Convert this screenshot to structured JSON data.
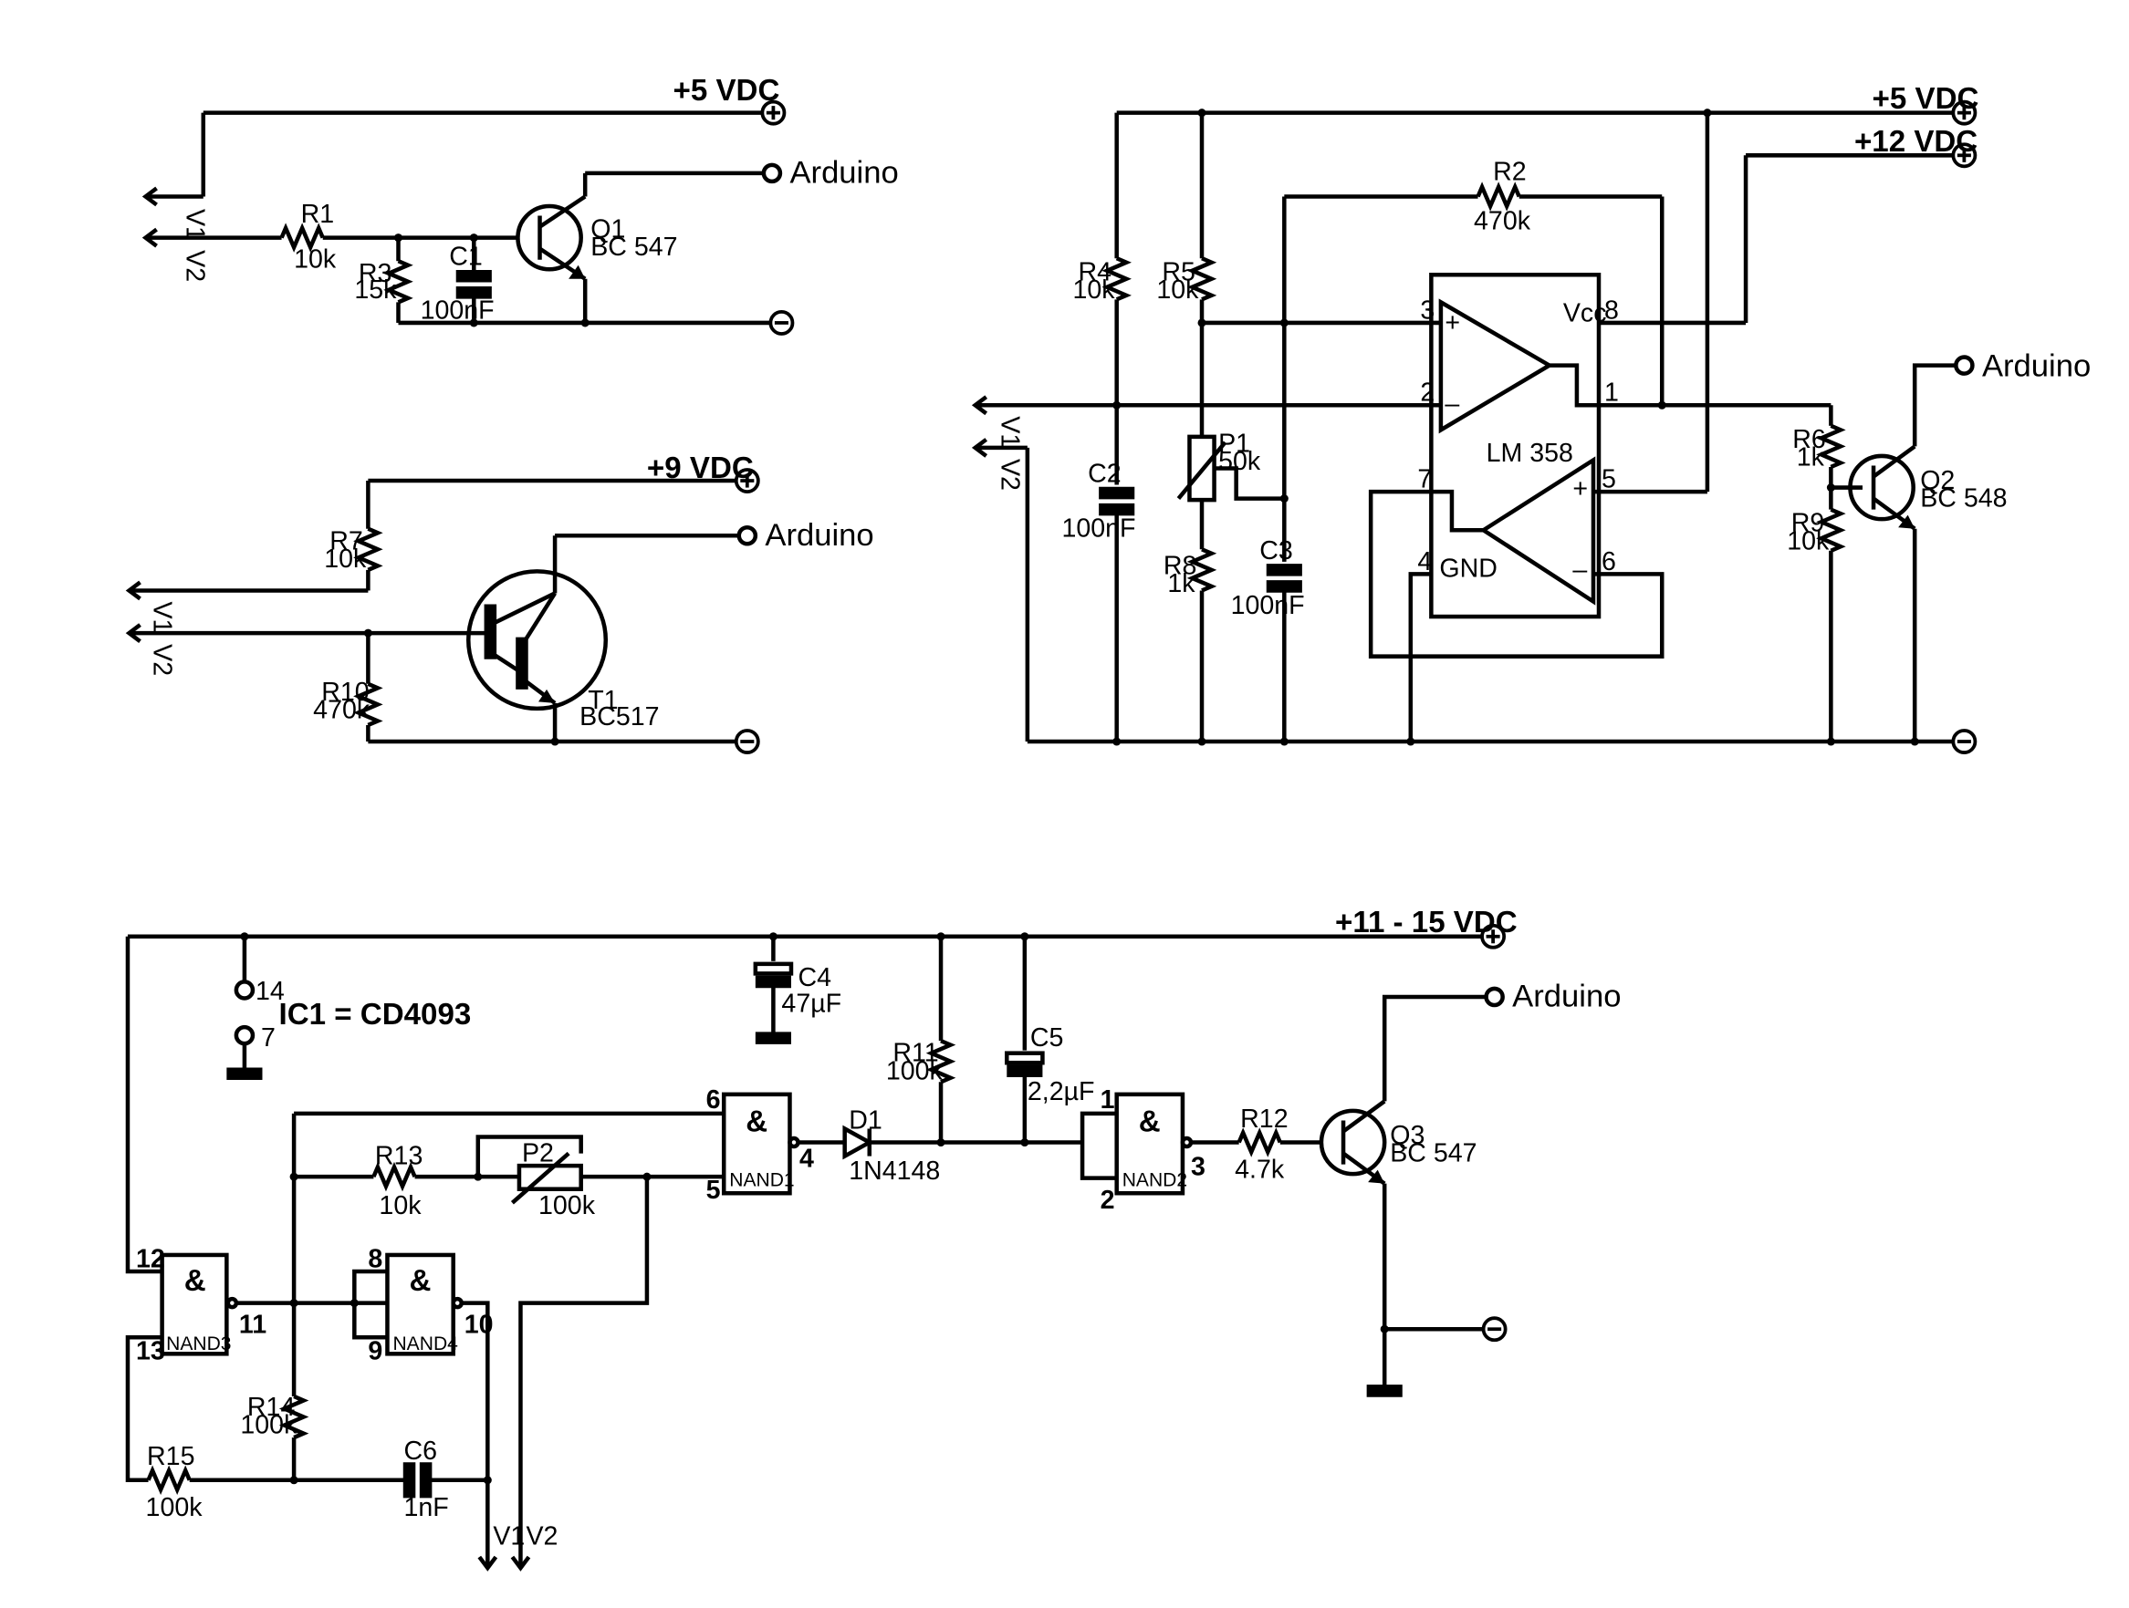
{
  "circuit1": {
    "rail": "+5 VDC",
    "v1": "V1",
    "v2": "V2",
    "r1": {
      "name": "R1",
      "value": "10k"
    },
    "r3": {
      "name": "R3",
      "value": "15k"
    },
    "c1": {
      "name": "C1",
      "value": "100nF"
    },
    "q1": {
      "name": "Q1",
      "value": "BC 547"
    },
    "out": "Arduino"
  },
  "circuit2": {
    "rail": "+9 VDC",
    "v1": "V1",
    "v2": "V2",
    "r7": {
      "name": "R7",
      "value": "10k"
    },
    "r10": {
      "name": "R10",
      "value": "470k"
    },
    "t1": {
      "name": "T1",
      "value": "BC517"
    },
    "out": "Arduino"
  },
  "circuit3": {
    "rail5": "+5 VDC",
    "rail12": "+12 VDC",
    "v1": "V1",
    "v2": "V2",
    "r2": {
      "name": "R2",
      "value": "470k"
    },
    "r4": {
      "name": "R4",
      "value": "10k"
    },
    "r5": {
      "name": "R5",
      "value": "10k"
    },
    "p1": {
      "name": "P1",
      "value": "50k"
    },
    "r8": {
      "name": "R8",
      "value": "1k"
    },
    "c2": {
      "name": "C2",
      "value": "100nF"
    },
    "c3": {
      "name": "C3",
      "value": "100nF"
    },
    "ic": "LM 358",
    "vcc": "Vcc",
    "gnd": "GND",
    "plus": "+",
    "minus": "–",
    "pins": {
      "p1": "1",
      "p2": "2",
      "p3": "3",
      "p4": "4",
      "p5": "5",
      "p6": "6",
      "p7": "7",
      "p8": "8"
    },
    "r6": {
      "name": "R6",
      "value": "1k"
    },
    "r9": {
      "name": "R9",
      "value": "10k"
    },
    "q2": {
      "name": "Q2",
      "value": "BC 548"
    },
    "out": "Arduino"
  },
  "circuit4": {
    "rail": "+11 - 15 VDC",
    "ic_note": "IC1 = CD4093",
    "pin14": "14",
    "pin7": "7",
    "c4": {
      "name": "C4",
      "value": "47µF"
    },
    "c5": {
      "name": "C5",
      "value": "2,2µF"
    },
    "r11": {
      "name": "R11",
      "value": "100k"
    },
    "d1": {
      "name": "D1",
      "value": "1N4148"
    },
    "r12": {
      "name": "R12",
      "value": "4.7k"
    },
    "q3": {
      "name": "Q3",
      "value": "BC 547"
    },
    "r13": {
      "name": "R13",
      "value": "10k"
    },
    "p2": {
      "name": "P2",
      "value": "100k"
    },
    "r14": {
      "name": "R14",
      "value": "100k"
    },
    "r15": {
      "name": "R15",
      "value": "100k"
    },
    "c6": {
      "name": "C6",
      "value": "1nF"
    },
    "gate_symbol": "&",
    "nand1": {
      "name": "NAND1",
      "in_a": "6",
      "in_b": "5",
      "out": "4"
    },
    "nand2": {
      "name": "NAND2",
      "in_a": "1",
      "in_b": "2",
      "out": "3"
    },
    "nand3": {
      "name": "NAND3",
      "in_a": "12",
      "in_b": "13",
      "out": "11"
    },
    "nand4": {
      "name": "NAND4",
      "in_a": "8",
      "in_b": "9",
      "out": "10"
    },
    "v1": "V1",
    "v2": "V2",
    "out": "Arduino"
  }
}
